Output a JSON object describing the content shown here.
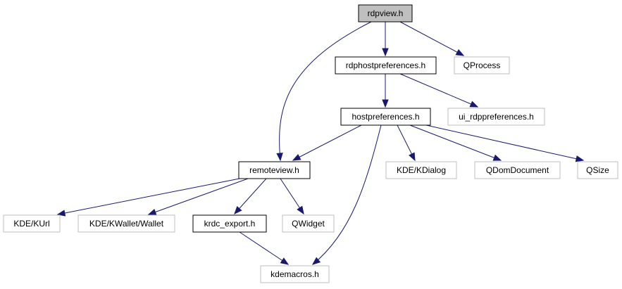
{
  "colors": {
    "edge": "#191970",
    "node_border_local": "#000000",
    "node_border_external": "#bfbfbf",
    "node_fill_highlight": "#bfbfbf",
    "node_fill": "#ffffff"
  },
  "nodes": [
    {
      "id": "rdpview",
      "label": "rdpview.h",
      "kind": "highlight"
    },
    {
      "id": "rdphostpreferences",
      "label": "rdphostpreferences.h",
      "kind": "local"
    },
    {
      "id": "qprocess",
      "label": "QProcess",
      "kind": "external"
    },
    {
      "id": "hostpreferences",
      "label": "hostpreferences.h",
      "kind": "local"
    },
    {
      "id": "ui_rdppreferences",
      "label": "ui_rdppreferences.h",
      "kind": "external"
    },
    {
      "id": "remoteview",
      "label": "remoteview.h",
      "kind": "local"
    },
    {
      "id": "kdialog",
      "label": "KDE/KDialog",
      "kind": "external"
    },
    {
      "id": "qdomdocument",
      "label": "QDomDocument",
      "kind": "external"
    },
    {
      "id": "qsize",
      "label": "QSize",
      "kind": "external"
    },
    {
      "id": "kurl",
      "label": "KDE/KUrl",
      "kind": "external"
    },
    {
      "id": "kwallet",
      "label": "KDE/KWallet/Wallet",
      "kind": "external"
    },
    {
      "id": "krdc_export",
      "label": "krdc_export.h",
      "kind": "local"
    },
    {
      "id": "qwidget",
      "label": "QWidget",
      "kind": "external"
    },
    {
      "id": "kdemacros",
      "label": "kdemacros.h",
      "kind": "external"
    }
  ],
  "edges": [
    {
      "from": "rdpview",
      "to": "rdphostpreferences"
    },
    {
      "from": "rdpview",
      "to": "qprocess"
    },
    {
      "from": "rdpview",
      "to": "remoteview"
    },
    {
      "from": "rdphostpreferences",
      "to": "hostpreferences"
    },
    {
      "from": "rdphostpreferences",
      "to": "ui_rdppreferences"
    },
    {
      "from": "hostpreferences",
      "to": "remoteview"
    },
    {
      "from": "hostpreferences",
      "to": "kdialog"
    },
    {
      "from": "hostpreferences",
      "to": "qdomdocument"
    },
    {
      "from": "hostpreferences",
      "to": "qsize"
    },
    {
      "from": "hostpreferences",
      "to": "kdemacros"
    },
    {
      "from": "remoteview",
      "to": "kurl"
    },
    {
      "from": "remoteview",
      "to": "kwallet"
    },
    {
      "from": "remoteview",
      "to": "krdc_export"
    },
    {
      "from": "remoteview",
      "to": "qwidget"
    },
    {
      "from": "krdc_export",
      "to": "kdemacros"
    }
  ]
}
